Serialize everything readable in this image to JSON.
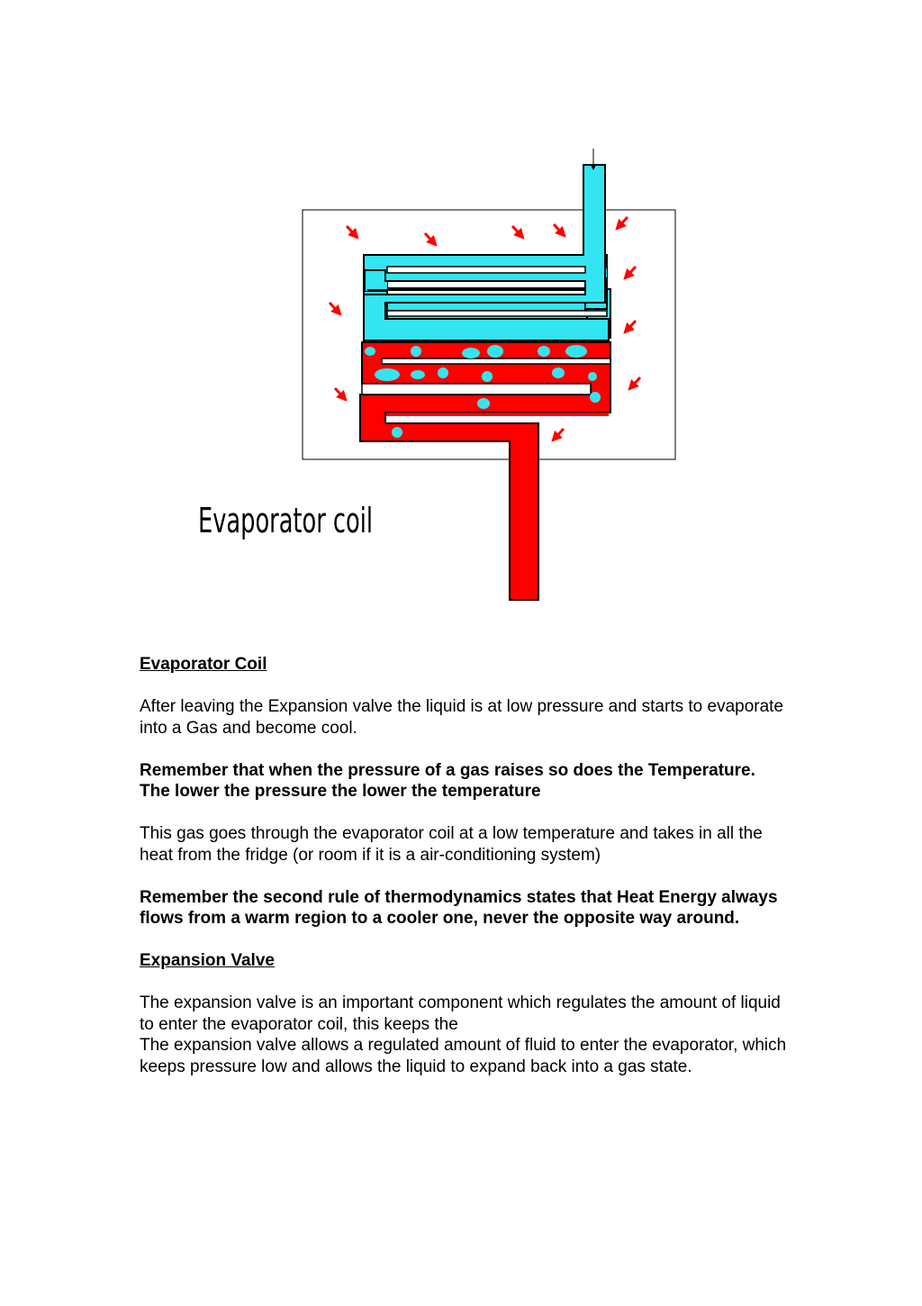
{
  "diagram": {
    "label": "Evaporator coil",
    "colors": {
      "cold_refrigerant": "#33e5f0",
      "warm_refrigerant": "#ff0000",
      "heat_arrow": "#ff0000",
      "outline": "#000000"
    },
    "icons": [
      "heat-flow-arrow-icon",
      "inlet-arrow-icon",
      "gas-bubble-icon"
    ]
  },
  "sections": {
    "evaporator": {
      "heading": "Evaporator Coil",
      "p1": "After leaving the Expansion valve the liquid is at low pressure and starts to evaporate into a Gas and become cool.",
      "note1": "Remember that when the pressure of a gas raises so does the Temperature. The lower the pressure the lower the temperature",
      "p2": "This gas goes through the evaporator coil at a low temperature and takes in all the heat from the fridge (or room if it is a air-conditioning system)",
      "note2": "Remember the second rule of thermodynamics states that Heat Energy always flows from a warm region to a cooler one, never the opposite way around."
    },
    "expansion": {
      "heading": "Expansion Valve",
      "p1_line1": "The expansion valve is an important component which regulates the amount of liquid to enter the evaporator coil, this keeps the",
      "p1_line2": "The expansion valve allows a regulated amount of fluid to enter the evaporator, which keeps pressure low and allows the liquid to expand back into a gas state."
    }
  }
}
